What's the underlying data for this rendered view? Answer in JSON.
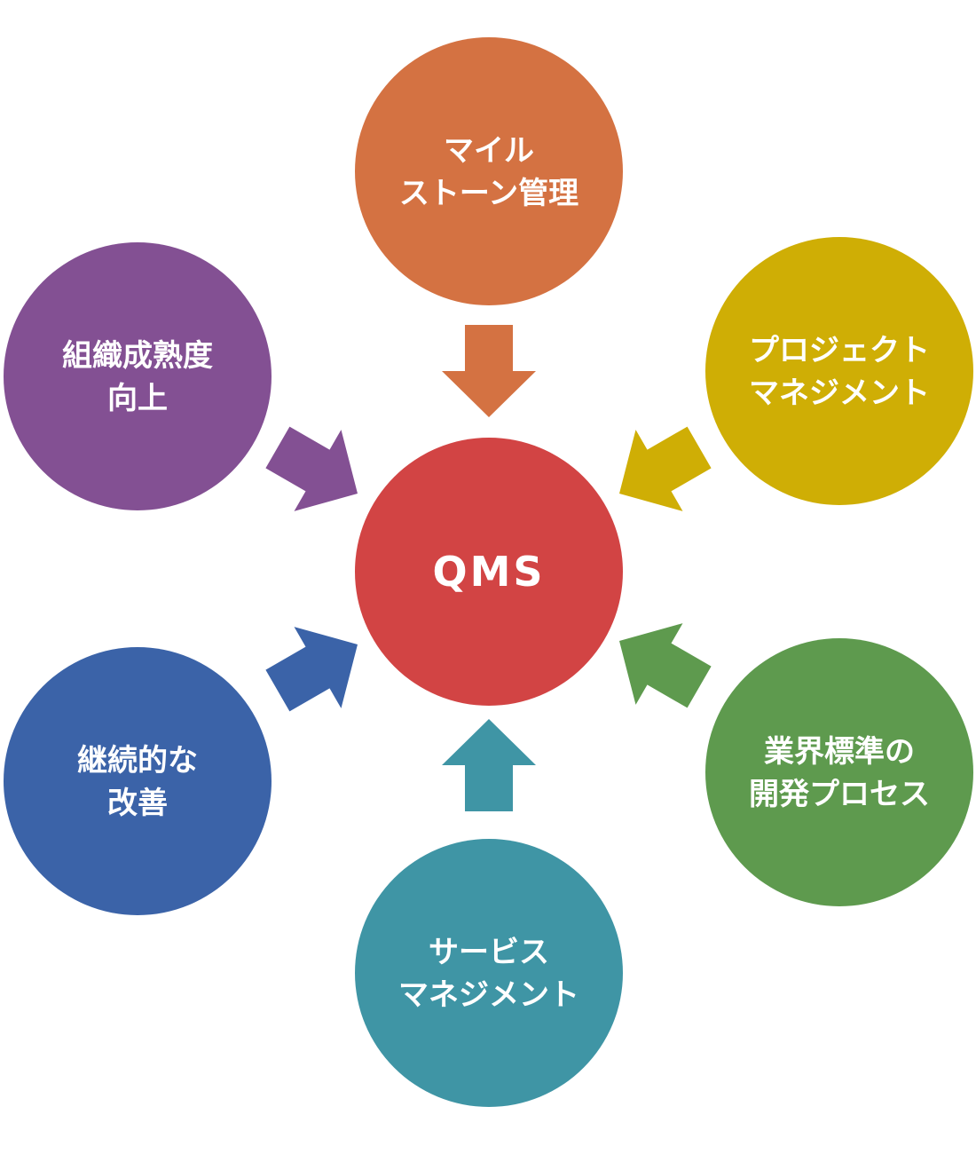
{
  "center": {
    "label": "QMS",
    "color": "#d24444"
  },
  "nodes": [
    {
      "id": "milestone",
      "lines": [
        "マイル",
        "ストーン管理"
      ],
      "color": "#d47242"
    },
    {
      "id": "project",
      "lines": [
        "プロジェクト",
        "マネジメント"
      ],
      "color": "#cfae05"
    },
    {
      "id": "standard",
      "lines": [
        "業界標準の",
        "開発プロセス"
      ],
      "color": "#5e9a4e"
    },
    {
      "id": "service",
      "lines": [
        "サービス",
        "マネジメント"
      ],
      "color": "#3f95a5"
    },
    {
      "id": "improvement",
      "lines": [
        "継続的な",
        "改善"
      ],
      "color": "#3b63a8"
    },
    {
      "id": "maturity",
      "lines": [
        "組織成熟度",
        "向上"
      ],
      "color": "#835093"
    }
  ]
}
